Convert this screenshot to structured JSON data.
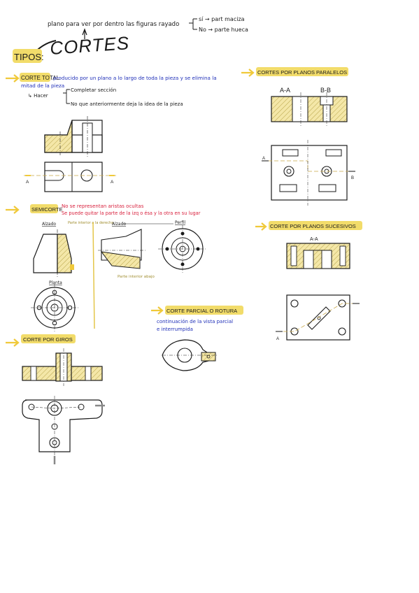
{
  "header": {
    "note_line": "plano para ver por dentro las figuras rayado",
    "note_si": "sí → part maciza",
    "note_no": "No → parte hueca",
    "title": "CORTES",
    "tipos": "TIPOS:"
  },
  "total": {
    "title": "CORTE TOTAL",
    "desc_1": "producido por un plano a lo largo de toda la pieza y se elimina la",
    "desc_2": "mitad de la pieza",
    "hacer": "↳ Hacer",
    "opt_1": "Completar sección",
    "opt_2": "No que anteriormente deja la idea de la pieza",
    "cut_label_left": "A",
    "cut_label_right": "A"
  },
  "semi": {
    "title": "SEMICORTE",
    "note_1": "No se representan aristas ocultas",
    "note_2": "Se puede quitar la parte de la izq o ésa y la otra en su lugar",
    "alzado_1": "Alzado",
    "parte_1": "Parte interior a la derecha",
    "alzado_2": "Alzado",
    "perfil": "Perfil",
    "parte_2": "Parte interior abajo",
    "planta": "Planta"
  },
  "giros": {
    "title": "CORTE POR GIROS"
  },
  "parcial": {
    "title": "CORTE PARCIAL O ROTURA",
    "desc_1": "continuación de la vista parcial",
    "desc_2": "e interrumpida"
  },
  "paralelos": {
    "title": "CORTES POR PLANOS PARALELOS",
    "label_aa": "A-A",
    "label_bb": "B-B",
    "mark_a": "A",
    "mark_b": "B"
  },
  "sucesivos": {
    "title": "CORTE POR PLANOS SUCESIVOS",
    "label_aa": "A-A",
    "mark_a": "A"
  },
  "colors": {
    "highlight": "#f2dc6a",
    "hatch_fill": "#f4e7a8",
    "arrow": "#f0c93a",
    "blue_ink": "#1f2fb8",
    "red_ink": "#d81f3c",
    "line_ink": "#1a1a1a"
  }
}
